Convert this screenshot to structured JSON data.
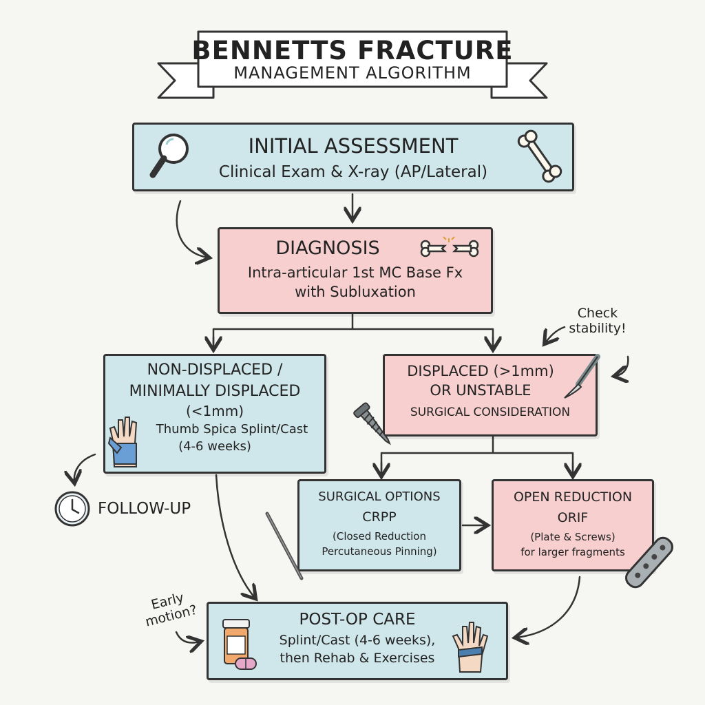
{
  "banner": {
    "title": "BENNETTS FRACTURE",
    "subtitle": "MANAGEMENT ALGORITHM"
  },
  "colors": {
    "blue_box": "#cfe6ea",
    "pink_box": "#f7cfcf",
    "ink": "#333333"
  },
  "nodes": {
    "initial_assessment": {
      "title": "INITIAL ASSESSMENT",
      "detail": "Clinical Exam & X-ray (AP/Lateral)"
    },
    "diagnosis": {
      "title": "DIAGNOSIS",
      "detail_1": "Intra-articular 1st MC Base Fx",
      "detail_2": "with Subluxation"
    },
    "non_displaced": {
      "title_1": "NON-DISPLACED /",
      "title_2": "MINIMALLY DISPLACED",
      "title_3": "(<1mm)",
      "detail_1": "Thumb Spica Splint/Cast",
      "detail_2": "(4-6 weeks)"
    },
    "displaced": {
      "title_1": "DISPLACED (>1mm)",
      "title_2": "OR UNSTABLE",
      "detail": "SURGICAL CONSIDERATION"
    },
    "surgical_options": {
      "title": "SURGICAL OPTIONS",
      "subtitle": "CRPP",
      "detail_1": "(Closed Reduction",
      "detail_2": "Percutaneous Pinning)"
    },
    "open_reduction": {
      "title": "OPEN REDUCTION",
      "subtitle": "ORIF",
      "detail_1": "(Plate & Screws)",
      "detail_2": "for larger fragments"
    },
    "post_op": {
      "title": "POST-OP CARE",
      "detail_1": "Splint/Cast (4-6 weeks),",
      "detail_2": "then Rehab & Exercises"
    }
  },
  "follow_up": {
    "label": "FOLLOW-UP"
  },
  "notes": {
    "check_1": "Check",
    "check_2": "stability!",
    "early_1": "Early",
    "early_2": "motion?"
  },
  "icons": [
    "magnifier-icon",
    "bone-icon",
    "broken-bone-icon",
    "scalpel-icon",
    "screw-icon",
    "thumb-splint-icon",
    "clock-icon",
    "pin-icon",
    "plate-icon",
    "pill-bottle-icon",
    "pill-icon",
    "hand-wrap-icon"
  ]
}
